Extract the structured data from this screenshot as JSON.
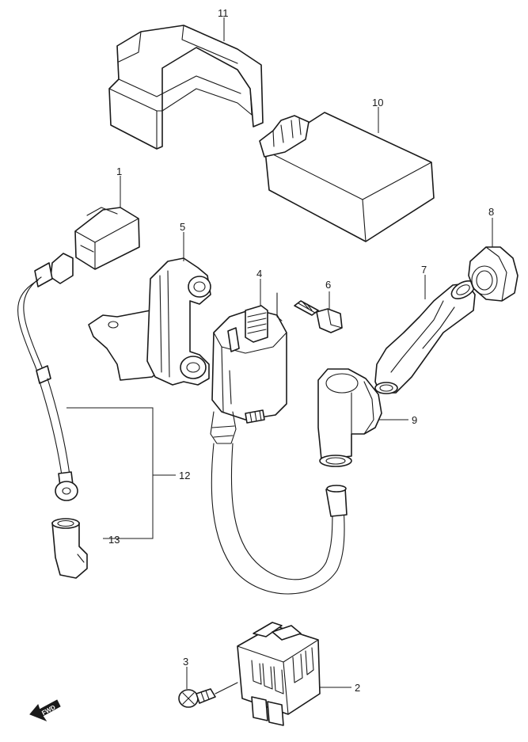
{
  "callouts": {
    "c1": "1",
    "c2": "2",
    "c3": "3",
    "c4": "4",
    "c5": "5",
    "c6": "6",
    "c7": "7",
    "c8": "8",
    "c9": "9",
    "c10": "10",
    "c11": "11",
    "c12": "12",
    "c13": "13"
  },
  "fwd": {
    "label": "FWD"
  },
  "colors": {
    "line": "#1a1a1a",
    "background": "#ffffff"
  }
}
